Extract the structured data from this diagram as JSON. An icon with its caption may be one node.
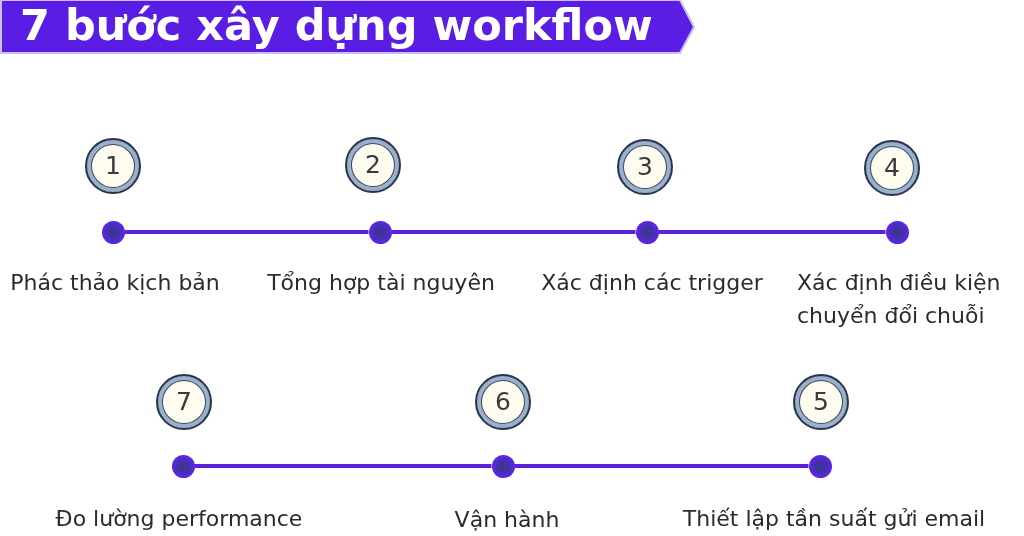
{
  "diagram": {
    "title": "7 bước xây dựng workflow",
    "nodes": [
      {
        "text": [
          "1"
        ]
      },
      {
        "text": [
          "2"
        ]
      },
      {
        "text": [
          "3"
        ]
      },
      {
        "text": [
          "4"
        ]
      },
      {
        "text": [],
        "shape": "circle",
        "beside": [
          "Phác thảo kịch bản"
        ]
      },
      {
        "text": [],
        "shape": "circle",
        "beside": [
          "Tổng hợp tài nguyên"
        ]
      },
      {
        "text": [],
        "shape": "circle",
        "beside": [
          "Xác định các trigger"
        ]
      },
      {
        "text": [],
        "shape": "circle",
        "beside": [
          "Xác định điều kiện chuyển đổi chuỗi"
        ]
      },
      {
        "text": [
          "7"
        ]
      },
      {
        "text": [
          "6"
        ]
      },
      {
        "text": [
          "5"
        ]
      },
      {
        "text": [],
        "shape": "circle",
        "beside": [
          "Đo lường performance"
        ]
      },
      {
        "text": [],
        "shape": "circle",
        "beside": [
          "Vận hành"
        ]
      },
      {
        "text": [],
        "shape": "circle",
        "beside": [
          "Thiết lập tần suất gửi email"
        ]
      }
    ],
    "edges": [
      {
        "from": 4,
        "to": 5,
        "arrow": "none"
      },
      {
        "from": 5,
        "to": 6,
        "arrow": "none"
      },
      {
        "from": 6,
        "to": 7,
        "arrow": "none"
      },
      {
        "from": 13,
        "to": 12,
        "arrow": "none"
      },
      {
        "from": 12,
        "to": 11,
        "arrow": "none"
      }
    ]
  }
}
